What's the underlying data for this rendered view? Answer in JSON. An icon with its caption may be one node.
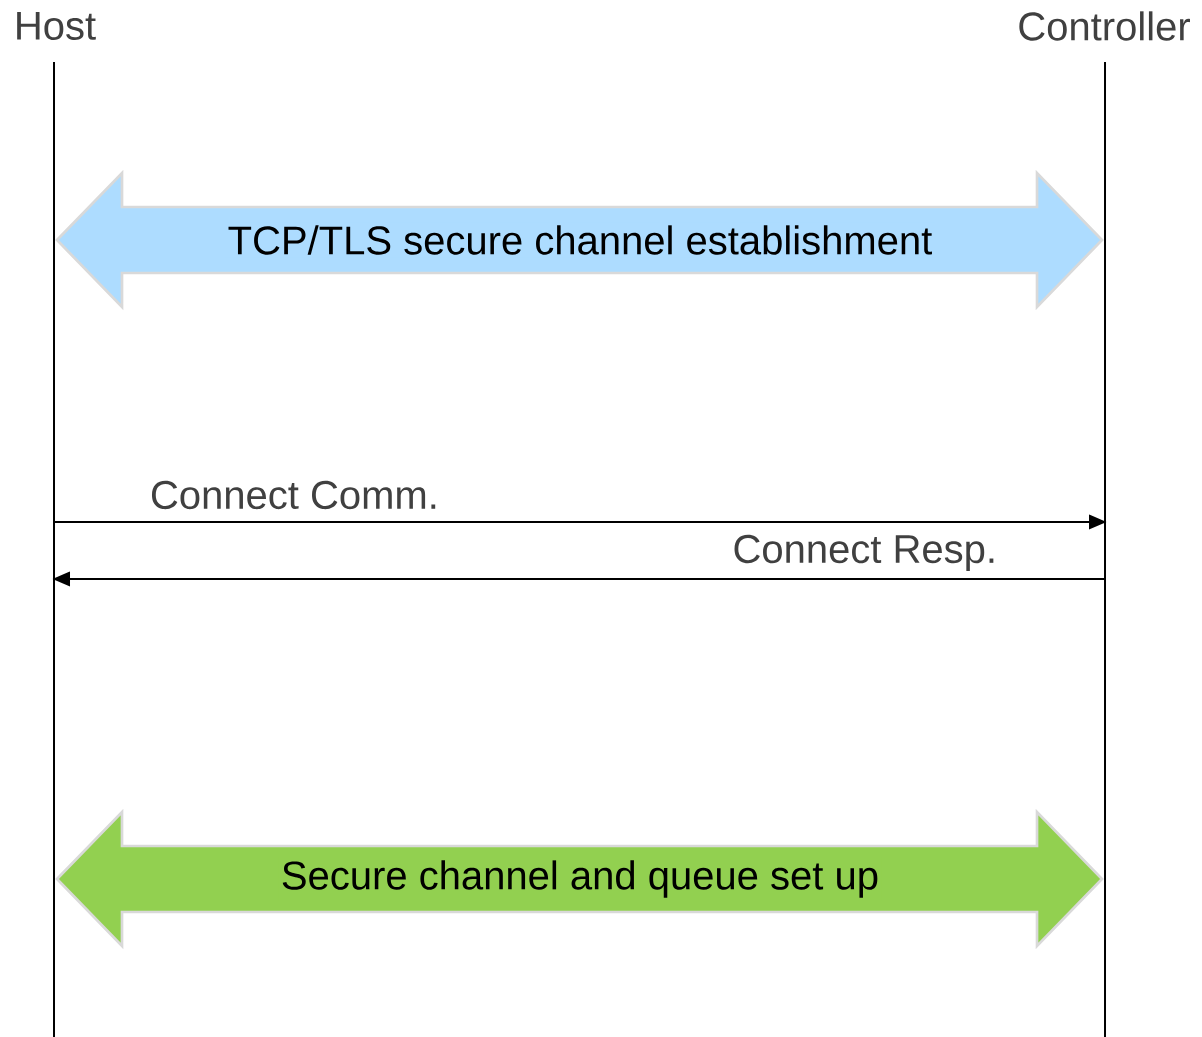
{
  "diagram": {
    "nodes": [
      {
        "text": [
          "Host"
        ]
      },
      {
        "text": [
          "Controller"
        ]
      }
    ],
    "edges": [
      {
        "from": 0,
        "to": 1,
        "arrow": "both",
        "label": "TCP/TLS secure channel establishment",
        "style": "thick",
        "color": "#addcff"
      },
      {
        "from": 0,
        "to": 1,
        "arrow": "to",
        "label": "Connect Comm."
      },
      {
        "from": 1,
        "to": 0,
        "arrow": "to",
        "label": "Connect Resp."
      },
      {
        "from": 0,
        "to": 1,
        "arrow": "both",
        "label": "Secure channel and queue set up",
        "style": "thick",
        "color": "#92d050"
      }
    ]
  }
}
